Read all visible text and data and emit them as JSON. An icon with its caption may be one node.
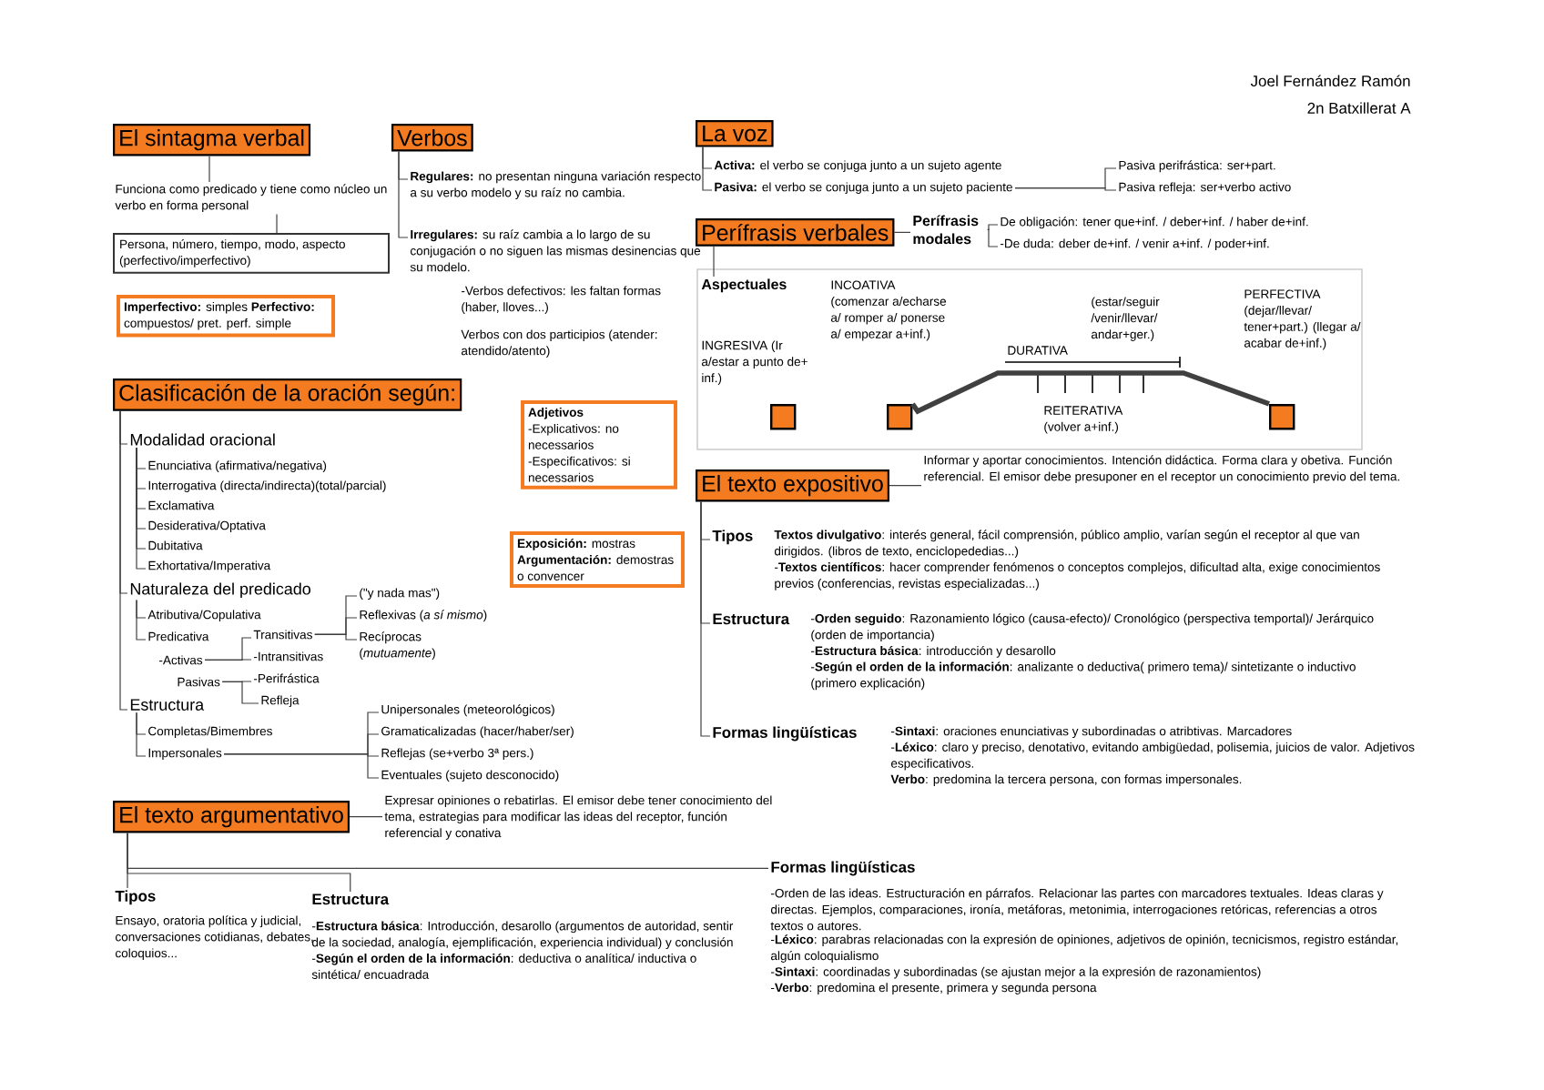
{
  "diagram": {
    "nodes": [
      {
        "text": [
          "El sintagma verbal"
        ]
      },
      {
        "text": [
          "Funciona como predicado y tiene como núcleo un verbo en forma personal"
        ]
      },
      {
        "text": [
          "Persona, número, tiempo, modo, aspecto (perfectivo/imperfectivo)"
        ]
      },
      {
        "text": [
          "**Imperfectivo:** simples **Perfectivo:** compuestos/ pret. perf. simple"
        ]
      },
      {
        "text": [
          "Verbos"
        ]
      },
      {
        "text": [
          "**Regulares:** no presentan ninguna variación respecto a su verbo modelo y su raíz no cambia."
        ]
      },
      {
        "text": [
          "**Irregulares:** su raíz cambia a lo largo de su conjugación o no siguen las mismas desinencias que su modelo."
        ]
      },
      {
        "text": [
          "La voz"
        ]
      },
      {
        "text": [
          "**Activa:** el verbo se conjuga junto a un sujeto agente"
        ]
      },
      {
        "text": [
          "**Pasiva:** el verbo se conjuga junto a un sujeto paciente"
        ]
      },
      {
        "text": [
          "Pasiva perifrástica: ser+part."
        ]
      },
      {
        "text": [
          "Pasiva refleja: ser+verbo activo"
        ]
      },
      {
        "text": [
          "Perífrasis verbales"
        ]
      },
      {
        "text": [
          "Perífrasis modales"
        ]
      },
      {
        "text": [
          "De obligación: tener que+inf. / deber+inf. / haber de+inf."
        ]
      },
      {
        "text": [
          "-De duda: deber de+inf. / venir a+inf. / poder+inf."
        ]
      },
      {
        "text": [
          "Aspectuales"
        ]
      },
      {
        "text": [],
        "shape": "box"
      },
      {
        "text": [],
        "shape": "box"
      },
      {
        "text": [],
        "shape": "box"
      },
      {
        "text": [
          "Clasificación de la oración según:"
        ]
      },
      {
        "text": [
          "Modalidad oracional"
        ]
      },
      {
        "text": [
          "Enunciativa (afirmativa/negativa)"
        ]
      },
      {
        "text": [
          "Interrogativa (directa/indirecta)(total/parcial)"
        ]
      },
      {
        "text": [
          "Exclamativa"
        ]
      },
      {
        "text": [
          "Desiderativa/Optativa"
        ]
      },
      {
        "text": [
          "Dubitativa"
        ]
      },
      {
        "text": [
          "Exhortativa/Imperativa"
        ]
      },
      {
        "text": [
          "Naturaleza del predicado"
        ]
      },
      {
        "text": [
          "Atributiva/Copulativa"
        ]
      },
      {
        "text": [
          "Predicativa"
        ]
      },
      {
        "text": [
          "-Activas"
        ]
      },
      {
        "text": [
          "Pasivas"
        ]
      },
      {
        "text": [
          "Transitivas"
        ]
      },
      {
        "text": [
          "-Intransitivas"
        ]
      },
      {
        "text": [
          "-Perifrástica"
        ]
      },
      {
        "text": [
          "Refleja"
        ]
      },
      {
        "text": [
          "(\"y nada mas\")"
        ]
      },
      {
        "text": [
          "Reflexivas (*a sí mismo*)"
        ]
      },
      {
        "text": [
          "Recíprocas (*mutuamente*)"
        ]
      },
      {
        "text": [
          "Estructura"
        ]
      },
      {
        "text": [
          "Completas/Bimembres"
        ]
      },
      {
        "text": [
          "Impersonales"
        ]
      },
      {
        "text": [
          "Unipersonales (meteorológicos)"
        ]
      },
      {
        "text": [
          "Gramaticalizadas (hacer/haber/ser)"
        ]
      },
      {
        "text": [
          "Reflejas (se+verbo 3ª pers.)"
        ]
      },
      {
        "text": [
          "Eventuales (sujeto desconocido)"
        ]
      },
      {
        "text": [
          "Adjetivos",
          "-Explicativos: no necessarios",
          "-Especificativos: si necessarios"
        ]
      },
      {
        "text": [
          "**Exposición:** mostras",
          "**Argumentación:** demostras o convencer"
        ]
      },
      {
        "text": [
          "El texto expositivo"
        ]
      },
      {
        "text": [
          "Informar y aportar conocimientos. Intención didáctica. Forma clara y obetiva. Función referencial. El emisor debe presuponer en el receptor un conocimiento previo del tema."
        ]
      },
      {
        "text": [
          "Tipos"
        ],
        "beside": [
          "**Textos divulgativo**: interés general, fácil comprensión, público amplio, varían según el receptor al que van dirigidos. (libros de texto, enciclopededias...)",
          "-**Textos científicos**: hacer comprender fenómenos o conceptos complejos, dificultad alta, exige conocimientos previos (conferencias, revistas especializadas...)"
        ]
      },
      {
        "text": [
          "Estructura"
        ],
        "beside": [
          "-**Orden seguido**: Razonamiento lógico (causa-efecto)/ Cronológico (perspectiva temportal)/ Jerárquico (orden de importancia)",
          "-**Estructura básica**: introducción y desarollo",
          "-**Según el orden de la información**: analizante o deductiva( primero tema)/ sintetizante o inductivo (primero explicación)"
        ]
      },
      {
        "text": [
          "Formas lingüísticas"
        ],
        "beside": [
          "-**Sintaxi**: oraciones enunciativas y subordinadas o atribtivas. Marcadores",
          "-**Léxico**: claro y preciso, denotativo, evitando ambigüedad, polisemia, juicios de valor. Adjetivos especificativos.",
          "**Verbo**: predomina la tercera persona, con formas impersonales."
        ]
      },
      {
        "text": [
          "El texto argumentativo"
        ]
      },
      {
        "text": [
          "Expresar opiniones o rebatirlas. El emisor debe tener conocimiento del tema, estrategias para modificar las ideas del receptor, función referencial y conativa"
        ]
      },
      {
        "text": [
          "Tipos"
        ],
        "beside": [
          "Ensayo, oratoria política y judicial, conversaciones cotidianas, debates, coloquios..."
        ]
      },
      {
        "text": [
          "Estructura"
        ],
        "beside": [
          "-**Estructura básica**: Introducción, desarollo (argumentos de autoridad, sentir de la sociedad, analogía, ejemplificación, experiencia individual) y conclusión",
          "-**Según el orden de la información**: deductiva o analítica/ inductiva o sintética/ encuadrada"
        ]
      },
      {
        "text": [
          "Formas lingüísticas"
        ],
        "beside": [
          "-Orden de las ideas. Estructuración en párrafos. Relacionar las partes con marcadores textuales. Ideas claras y directas. Ejemplos, comparaciones, ironía, metáforas, metonimia, interrogaciones retóricas, referencias a otros textos o autores.",
          "-**Léxico**: parabras relacionadas con la expresión de opiniones, adjetivos de opinión, tecnicismos, registro estándar, algún coloquialismo",
          "-**Sintaxi**: coordinadas y subordinadas (se ajustan mejor a la expresión de razonamientos)",
          "-**Verbo**: predomina el presente, primera y segunda persona"
        ]
      }
    ],
    "edges": [
      {
        "from": 0,
        "to": 1,
        "arrow": "none"
      },
      {
        "from": 1,
        "to": 2,
        "arrow": "none"
      },
      {
        "from": 4,
        "to": 5,
        "arrow": "none"
      },
      {
        "from": 4,
        "to": 6,
        "arrow": "none"
      },
      {
        "from": 7,
        "to": 8,
        "arrow": "none"
      },
      {
        "from": 7,
        "to": 9,
        "arrow": "none"
      },
      {
        "from": 9,
        "to": 10,
        "arrow": "none"
      },
      {
        "from": 9,
        "to": 11,
        "arrow": "none"
      },
      {
        "from": 12,
        "to": 13,
        "arrow": "none"
      },
      {
        "from": 13,
        "to": 14,
        "arrow": "none"
      },
      {
        "from": 13,
        "to": 15,
        "arrow": "none"
      },
      {
        "from": 12,
        "to": 16,
        "arrow": "none"
      },
      {
        "from": 18,
        "to": 19,
        "arrow": "none",
        "style": "thick"
      },
      {
        "from": 20,
        "to": 21,
        "arrow": "none"
      },
      {
        "from": 20,
        "to": 28,
        "arrow": "none"
      },
      {
        "from": 20,
        "to": 40,
        "arrow": "none"
      },
      {
        "from": 21,
        "to": 22,
        "arrow": "none"
      },
      {
        "from": 21,
        "to": 23,
        "arrow": "none"
      },
      {
        "from": 21,
        "to": 24,
        "arrow": "none"
      },
      {
        "from": 21,
        "to": 25,
        "arrow": "none"
      },
      {
        "from": 21,
        "to": 26,
        "arrow": "none"
      },
      {
        "from": 21,
        "to": 27,
        "arrow": "none"
      },
      {
        "from": 28,
        "to": 29,
        "arrow": "none"
      },
      {
        "from": 28,
        "to": 30,
        "arrow": "none"
      },
      {
        "from": 31,
        "to": 33,
        "arrow": "none"
      },
      {
        "from": 31,
        "to": 34,
        "arrow": "none"
      },
      {
        "from": 32,
        "to": 35,
        "arrow": "none"
      },
      {
        "from": 32,
        "to": 36,
        "arrow": "none"
      },
      {
        "from": 33,
        "to": 37,
        "arrow": "none"
      },
      {
        "from": 33,
        "to": 38,
        "arrow": "none"
      },
      {
        "from": 33,
        "to": 39,
        "arrow": "none"
      },
      {
        "from": 40,
        "to": 41,
        "arrow": "none"
      },
      {
        "from": 40,
        "to": 42,
        "arrow": "none"
      },
      {
        "from": 42,
        "to": 43,
        "arrow": "none"
      },
      {
        "from": 42,
        "to": 44,
        "arrow": "none"
      },
      {
        "from": 42,
        "to": 45,
        "arrow": "none"
      },
      {
        "from": 42,
        "to": 46,
        "arrow": "none"
      },
      {
        "from": 49,
        "to": 50,
        "arrow": "none"
      },
      {
        "from": 49,
        "to": 51,
        "arrow": "none"
      },
      {
        "from": 49,
        "to": 52,
        "arrow": "none"
      },
      {
        "from": 49,
        "to": 53,
        "arrow": "none"
      },
      {
        "from": 54,
        "to": 55,
        "arrow": "none"
      },
      {
        "from": 54,
        "to": 56,
        "arrow": "none"
      },
      {
        "from": 54,
        "to": 57,
        "arrow": "none"
      },
      {
        "from": 54,
        "to": 58,
        "arrow": "none"
      }
    ],
    "labels": [
      "Joel Fernández Ramón",
      "2n Batxillerat A",
      "-Verbos defectivos: les faltan formas (haber, lloves...)",
      "Verbos con dos participios (atender: atendido/atento)",
      "INCOATIVA (comenzar a/echarse a/ romper a/ ponerse a/ empezar a+inf.)",
      "PERFECTIVA (dejar/llevar/ tener+part.) (llegar a/ acabar de+inf.)",
      "(estar/seguir /venir/llevar/ andar+ger.)",
      "INGRESIVA (Ir a/estar a punto de+ inf.)",
      "DURATIVA",
      "REITERATIVA (volver a+inf.)"
    ]
  }
}
